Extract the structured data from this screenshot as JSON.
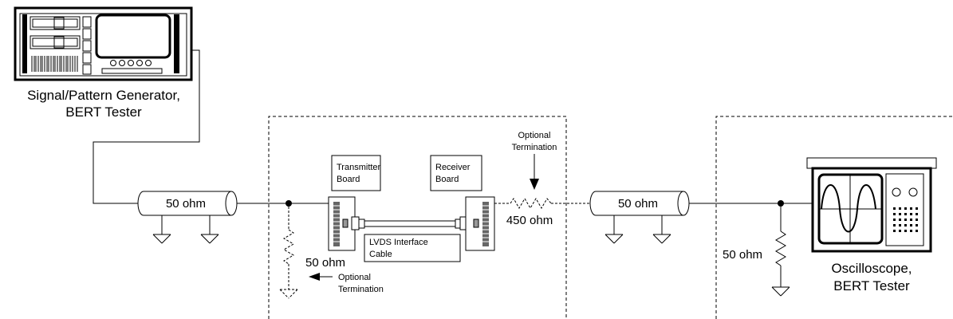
{
  "generator": {
    "line1": "Signal/Pattern Generator,",
    "line2": "BERT Tester"
  },
  "cable_left": {
    "label": "50 ohm"
  },
  "cable_right": {
    "label": "50 ohm"
  },
  "optional_term_left": {
    "resistor_label": "50 ohm",
    "note_line1": "Optional",
    "note_line2": "Termination"
  },
  "transmitter": {
    "line1": "Transmitter",
    "line2": "Board"
  },
  "receiver": {
    "line1": "Receiver",
    "line2": "Board"
  },
  "lvds_cable": {
    "line1": "LVDS Interface",
    "line2": "Cable"
  },
  "optional_term_right": {
    "note_line1": "Optional",
    "note_line2": "Termination",
    "resistor_label": "450 ohm"
  },
  "scope_termination": {
    "resistor_label": "50 ohm"
  },
  "oscilloscope": {
    "line1": "Oscilloscope,",
    "line2": "BERT Tester"
  }
}
